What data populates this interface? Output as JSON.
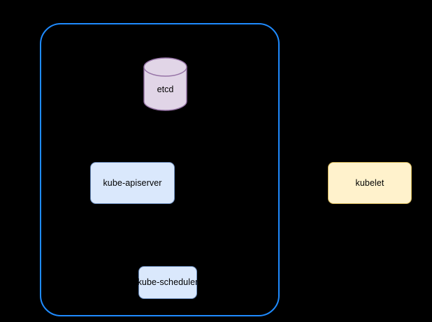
{
  "diagram": {
    "background_color": "#000000",
    "control_plane": {
      "label": "",
      "border_color": "#1f8bff",
      "shape": "rounded-rectangle"
    },
    "nodes": [
      {
        "id": "etcd",
        "label": "etcd",
        "shape": "cylinder",
        "fill_color": "#e1d5e7",
        "border_color": "#9673a6",
        "inside_control_plane": true
      },
      {
        "id": "kube-apiserver",
        "label": "kube-apiserver",
        "shape": "rounded-rectangle",
        "fill_color": "#dae8fc",
        "border_color": "#6c8ebf",
        "inside_control_plane": true
      },
      {
        "id": "kube-scheduler",
        "label": "kube-scheduler",
        "shape": "rounded-rectangle",
        "fill_color": "#dae8fc",
        "border_color": "#6c8ebf",
        "inside_control_plane": true
      },
      {
        "id": "kubelet",
        "label": "kubelet",
        "shape": "rounded-rectangle",
        "fill_color": "#fff2cc",
        "border_color": "#d6b656",
        "inside_control_plane": false
      }
    ]
  }
}
